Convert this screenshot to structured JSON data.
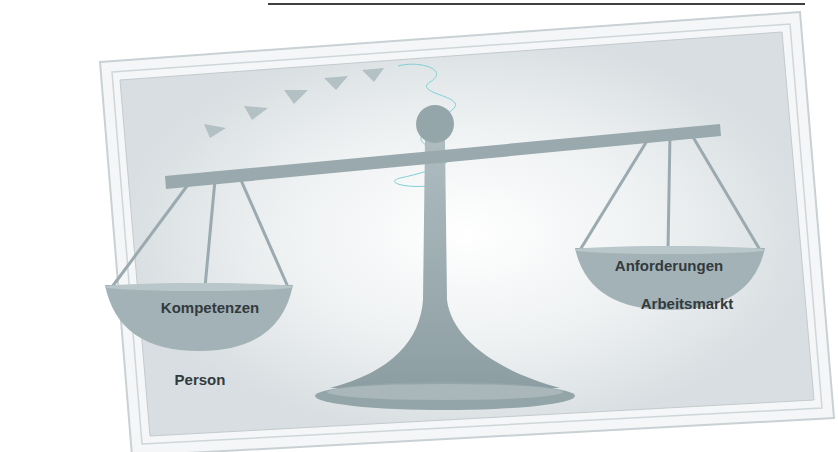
{
  "diagram": {
    "nodes": [
      {
        "text": [
          "Kompetenzen",
          "Person"
        ]
      },
      {
        "text": [
          "Anforderungen",
          "Arbeitsmarkt"
        ]
      }
    ]
  }
}
